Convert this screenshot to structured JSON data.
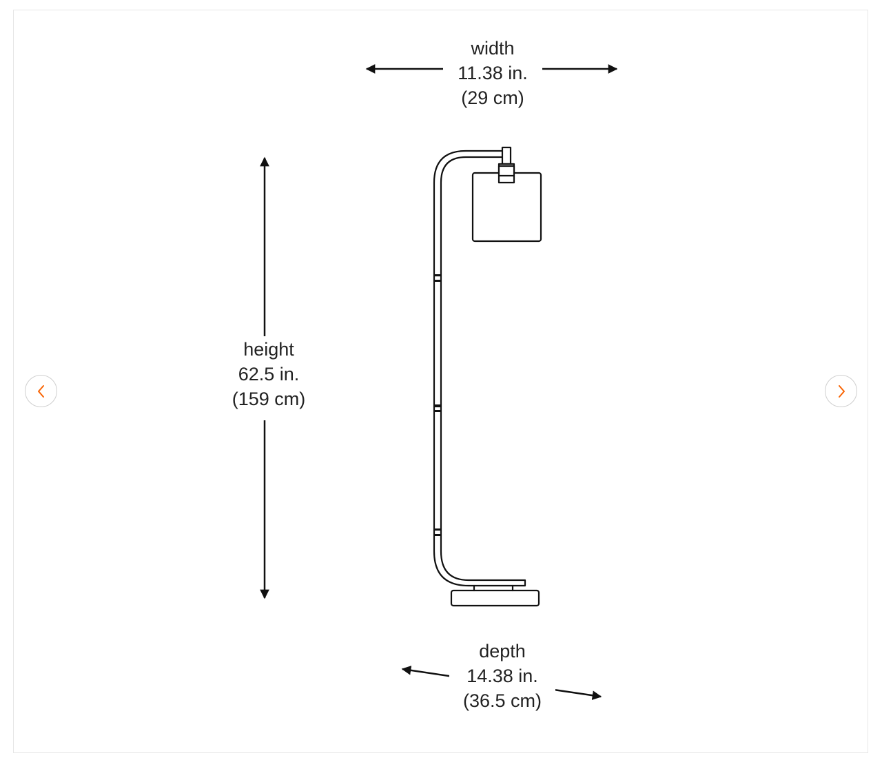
{
  "carousel": {
    "prev_icon": "chevron-left-icon",
    "next_icon": "chevron-right-icon",
    "accent_color": "#f96302"
  },
  "dimensions": {
    "width": {
      "label": "width",
      "imperial": "11.38 in.",
      "metric": "(29 cm)"
    },
    "height": {
      "label": "height",
      "imperial": "62.5 in.",
      "metric": "(159 cm)"
    },
    "depth": {
      "label": "depth",
      "imperial": "14.38 in.",
      "metric": "(36.5 cm)"
    }
  }
}
